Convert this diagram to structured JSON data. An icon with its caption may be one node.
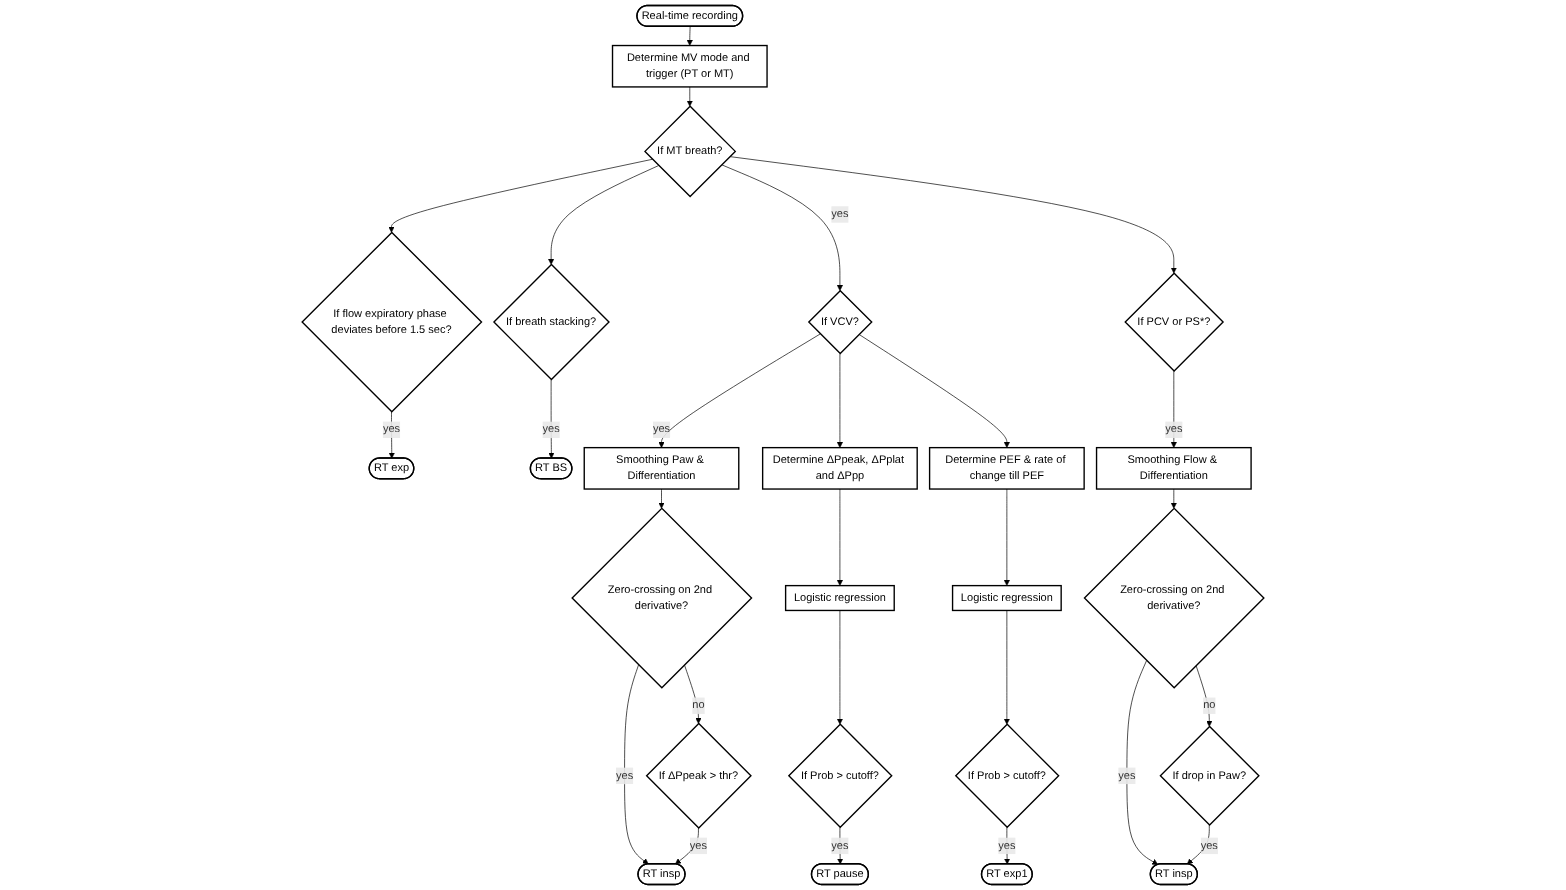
{
  "diagram": {
    "nodes": [
      {
        "text": [
          "Real-time recording"
        ]
      },
      {
        "text": [
          "Determine MV mode and trigger (PT or MT)"
        ]
      },
      {
        "text": [
          "If MT breath?"
        ]
      },
      {
        "text": [
          "If flow expiratory phase deviates before 1.5 sec?"
        ]
      },
      {
        "text": [
          "RT exp"
        ]
      },
      {
        "text": [
          "If VCV?"
        ]
      },
      {
        "text": [
          "If PCV or PS*?"
        ]
      },
      {
        "text": [
          "If breath stacking?"
        ]
      },
      {
        "text": [
          "RT BS"
        ]
      },
      {
        "text": [
          "Smoothing Paw & Differentiation"
        ]
      },
      {
        "text": [
          "Determine ΔPpeak, ΔPplat and ΔPpp"
        ]
      },
      {
        "text": [
          "Determine PEF & rate of change till PEF"
        ]
      },
      {
        "text": [
          "Smoothing Flow & Differentiation"
        ]
      },
      {
        "text": [
          "Zero-crossing on 2nd derivative?"
        ]
      },
      {
        "text": [
          "Logistic regression"
        ]
      },
      {
        "text": [
          "Logistic regression"
        ]
      },
      {
        "text": [
          "Zero-crossing on 2nd derivative?"
        ]
      },
      {
        "text": [
          "If ΔPpeak > thr?"
        ]
      },
      {
        "text": [
          "If Prob > cutoff?"
        ]
      },
      {
        "text": [
          "If Prob > cutoff?"
        ]
      },
      {
        "text": [
          "If drop in Paw?"
        ]
      },
      {
        "text": [
          "RT insp"
        ]
      },
      {
        "text": [
          "RT pause"
        ]
      },
      {
        "text": [
          "RT exp1"
        ]
      },
      {
        "text": [
          "RT insp"
        ]
      }
    ],
    "edges": [
      {
        "from": 0,
        "to": 1,
        "arrow": "to"
      },
      {
        "from": 1,
        "to": 2,
        "arrow": "to"
      },
      {
        "from": 2,
        "to": 5,
        "arrow": "to",
        "label": "yes"
      },
      {
        "from": 2,
        "to": 3,
        "arrow": "to"
      },
      {
        "from": 2,
        "to": 6,
        "arrow": "to"
      },
      {
        "from": 2,
        "to": 7,
        "arrow": "to"
      },
      {
        "from": 3,
        "to": 4,
        "arrow": "to",
        "label": "yes"
      },
      {
        "from": 7,
        "to": 8,
        "arrow": "to",
        "label": "yes"
      },
      {
        "from": 5,
        "to": 9,
        "arrow": "to",
        "label": "yes"
      },
      {
        "from": 5,
        "to": 10,
        "arrow": "to"
      },
      {
        "from": 5,
        "to": 11,
        "arrow": "to"
      },
      {
        "from": 6,
        "to": 12,
        "arrow": "to",
        "label": "yes"
      },
      {
        "from": 9,
        "to": 13,
        "arrow": "to"
      },
      {
        "from": 10,
        "to": 14,
        "arrow": "to"
      },
      {
        "from": 11,
        "to": 15,
        "arrow": "to"
      },
      {
        "from": 12,
        "to": 16,
        "arrow": "to"
      },
      {
        "from": 13,
        "to": 17,
        "arrow": "to",
        "label": "no"
      },
      {
        "from": 13,
        "to": 21,
        "arrow": "to",
        "label": "yes"
      },
      {
        "from": 17,
        "to": 21,
        "arrow": "to",
        "label": "yes"
      },
      {
        "from": 14,
        "to": 18,
        "arrow": "to"
      },
      {
        "from": 18,
        "to": 22,
        "arrow": "to",
        "label": "yes"
      },
      {
        "from": 15,
        "to": 19,
        "arrow": "to"
      },
      {
        "from": 19,
        "to": 23,
        "arrow": "to",
        "label": "yes"
      },
      {
        "from": 16,
        "to": 24,
        "arrow": "to",
        "label": "yes"
      },
      {
        "from": 16,
        "to": 20,
        "arrow": "to",
        "label": "no"
      },
      {
        "from": 20,
        "to": 24,
        "arrow": "to",
        "label": "yes"
      }
    ]
  }
}
